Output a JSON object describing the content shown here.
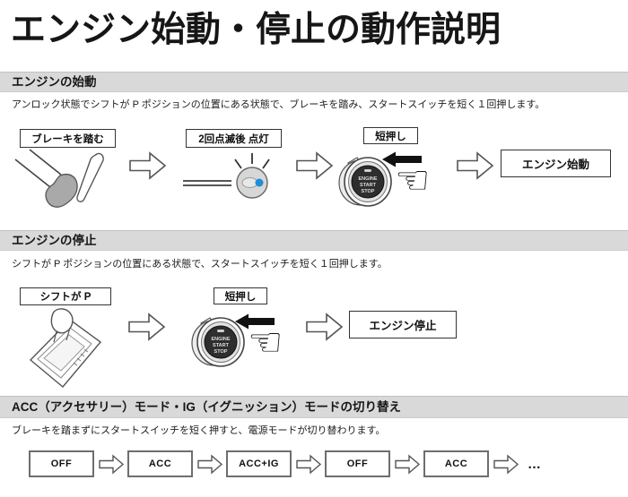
{
  "page": {
    "title": "エンジン始動・停止の動作説明"
  },
  "colors": {
    "section_bar_bg": "#d9d9d9",
    "indicator_blue": "#1e8ed8",
    "shoe_gray": "#a9a9a9",
    "button_face": "#2e2e2e"
  },
  "button": {
    "line1": "ENGINE",
    "line2": "START",
    "line3": "STOP"
  },
  "icons": {
    "pointing_hand": "☜"
  },
  "sections": {
    "start": {
      "heading": "エンジンの始動",
      "description": "アンロック状態でシフトが P ポジションの位置にある状態で、ブレーキを踏み、スタートスイッチを短く１回押します。",
      "brake_label": "ブレーキを踏む",
      "blink_label": "2回点滅後 点灯",
      "press_label": "短押し",
      "result_label": "エンジン始動"
    },
    "stop": {
      "heading": "エンジンの停止",
      "description": "シフトが P ポジションの位置にある状態で、スタートスイッチを短く１回押します。",
      "shift_label": "シフトが P",
      "press_label": "短押し",
      "result_label": "エンジン停止"
    },
    "modes": {
      "heading": "ACC（アクセサリー）モード・IG（イグニッション）モードの切り替え",
      "description": "ブレーキを踏まずにスタートスイッチを短く押すと、電源モードが切り替わります。",
      "sequence": [
        "OFF",
        "ACC",
        "ACC+IG",
        "OFF",
        "ACC"
      ],
      "continuation": "…"
    }
  }
}
